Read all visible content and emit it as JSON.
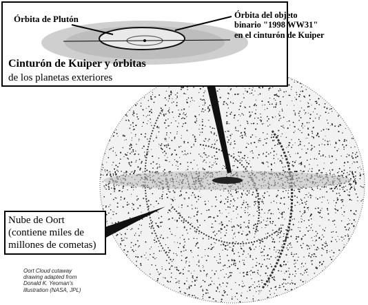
{
  "inset": {
    "pluto_orbit": "Órbita de Plutón",
    "binary_orbit_lines": [
      "Órbita del objeto",
      "binario \"1998 WW31\"",
      "en el cinturón de Kuiper"
    ],
    "kuiper_title": "Cinturón de Kuiper y órbitas",
    "kuiper_subtitle": "de los planetas exteriores"
  },
  "oort": {
    "lines": [
      "Nube de Oort",
      "(contiene miles de",
      "millones de cometas)"
    ]
  },
  "credit": {
    "lines": [
      "Oort Cloud cutaway",
      "drawing adapted from",
      "Donald K. Yeoman's",
      "illustration (NASA, JPL)"
    ]
  }
}
